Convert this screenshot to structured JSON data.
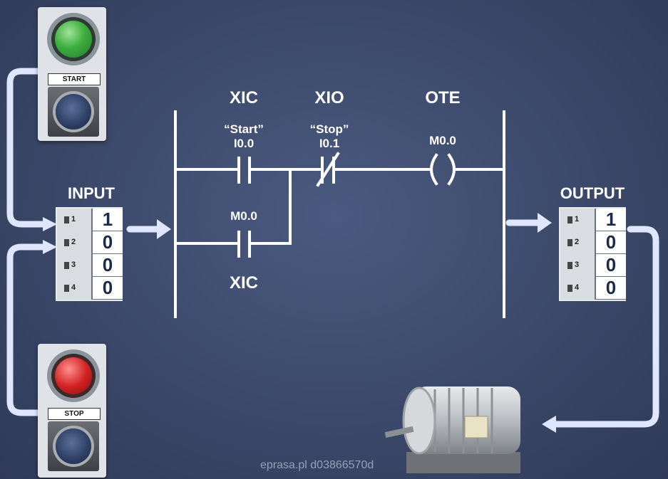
{
  "ladder": {
    "rung_top": {
      "contact1": {
        "type": "XIC",
        "tag": "“Start”",
        "address": "I0.0"
      },
      "contact2": {
        "type": "XIO",
        "tag": "“Stop”",
        "address": "I0.1"
      },
      "coil": {
        "type": "OTE",
        "address": "M0.0"
      }
    },
    "branch": {
      "contact": {
        "type": "XIC",
        "address": "M0.0"
      }
    }
  },
  "input": {
    "title": "INPUT",
    "slots": [
      {
        "n": "1",
        "v": "1"
      },
      {
        "n": "2",
        "v": "0"
      },
      {
        "n": "3",
        "v": "0"
      },
      {
        "n": "4",
        "v": "0"
      }
    ]
  },
  "output": {
    "title": "OUTPUT",
    "slots": [
      {
        "n": "1",
        "v": "1"
      },
      {
        "n": "2",
        "v": "0"
      },
      {
        "n": "3",
        "v": "0"
      },
      {
        "n": "4",
        "v": "0"
      }
    ]
  },
  "buttons": {
    "start_label": "START",
    "stop_label": "STOP"
  },
  "colors": {
    "wire": "#dfe6ff",
    "rail": "#ffffff",
    "lamp_start": "#3dae3f",
    "lamp_stop": "#d32222"
  },
  "watermark": "eprasa.pl d03866570d"
}
